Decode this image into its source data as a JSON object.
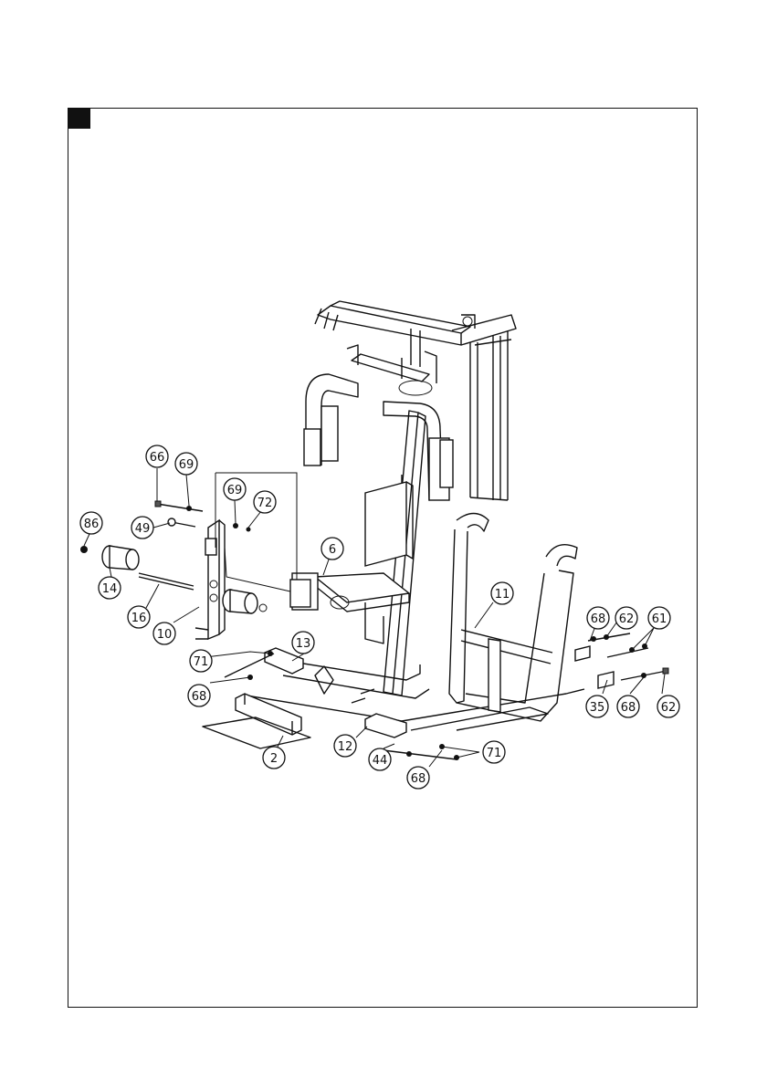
{
  "step": {
    "marker_color": "#111111"
  },
  "callouts": [
    {
      "id": "66",
      "label": "66"
    },
    {
      "id": "69a",
      "label": "69"
    },
    {
      "id": "69b",
      "label": "69"
    },
    {
      "id": "72",
      "label": "72"
    },
    {
      "id": "86",
      "label": "86"
    },
    {
      "id": "49",
      "label": "49"
    },
    {
      "id": "6",
      "label": "6"
    },
    {
      "id": "14",
      "label": "14"
    },
    {
      "id": "16",
      "label": "16"
    },
    {
      "id": "10",
      "label": "10"
    },
    {
      "id": "11",
      "label": "11"
    },
    {
      "id": "68a",
      "label": "68"
    },
    {
      "id": "62a",
      "label": "62"
    },
    {
      "id": "61",
      "label": "61"
    },
    {
      "id": "13",
      "label": "13"
    },
    {
      "id": "71a",
      "label": "71"
    },
    {
      "id": "68b",
      "label": "68"
    },
    {
      "id": "35",
      "label": "35"
    },
    {
      "id": "68c",
      "label": "68"
    },
    {
      "id": "62b",
      "label": "62"
    },
    {
      "id": "12",
      "label": "12"
    },
    {
      "id": "44",
      "label": "44"
    },
    {
      "id": "71b",
      "label": "71"
    },
    {
      "id": "68d",
      "label": "68"
    },
    {
      "id": "2",
      "label": "2"
    }
  ]
}
